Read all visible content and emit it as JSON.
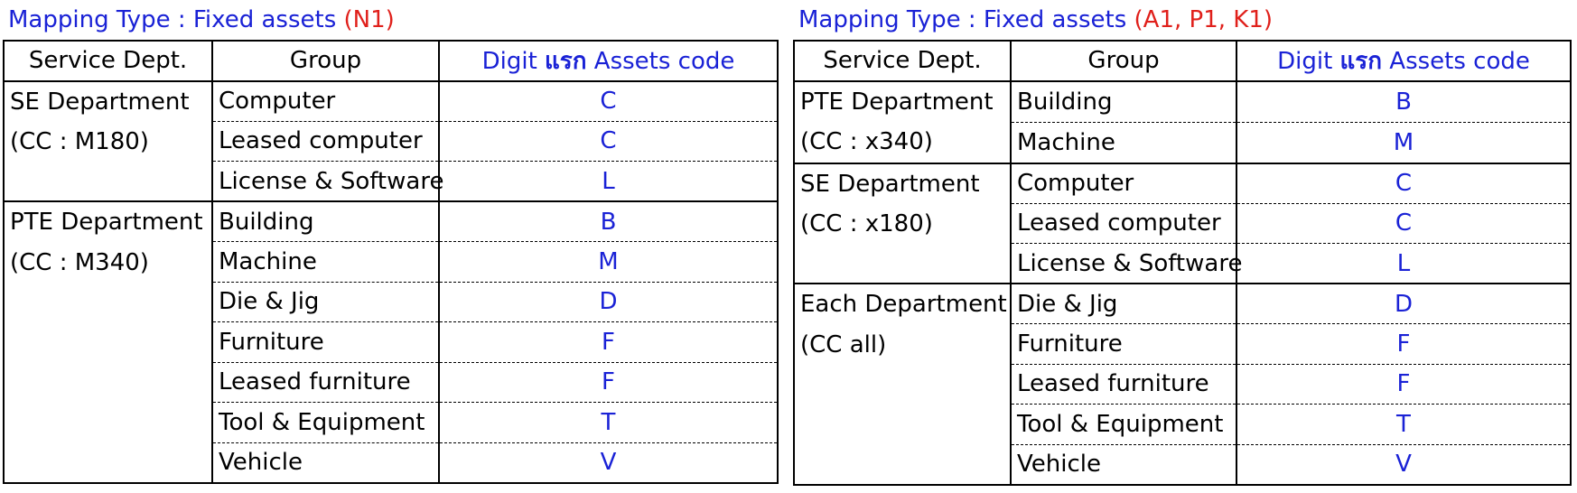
{
  "colors": {
    "blue": "#1a22d6",
    "red": "#e0201b"
  },
  "left": {
    "title_prefix": "Mapping Type : Fixed assets ",
    "title_suffix": "(N1)",
    "headers": {
      "dept": "Service Dept.",
      "group": "Group",
      "code_pre": "Digit ",
      "code_bold": "แรก",
      "code_post": " Assets code"
    },
    "sections": [
      {
        "dept1": "SE Department",
        "dept2": "(CC : M180)",
        "rows": [
          {
            "group": "Computer",
            "code": "C"
          },
          {
            "group": "Leased computer",
            "code": "C"
          },
          {
            "group": "License & Software",
            "code": "L"
          }
        ]
      },
      {
        "dept1": "PTE Department",
        "dept2": "(CC : M340)",
        "rows": [
          {
            "group": "Building",
            "code": "B"
          },
          {
            "group": "Machine",
            "code": "M"
          },
          {
            "group": "Die & Jig",
            "code": "D"
          },
          {
            "group": "Furniture",
            "code": "F"
          },
          {
            "group": "Leased furniture",
            "code": "F"
          },
          {
            "group": "Tool & Equipment",
            "code": "T"
          },
          {
            "group": "Vehicle",
            "code": "V"
          }
        ]
      }
    ]
  },
  "right": {
    "title_prefix": "Mapping Type : Fixed assets ",
    "title_suffix": "(A1, P1, K1)",
    "headers": {
      "dept": "Service Dept.",
      "group": "Group",
      "code_pre": "Digit ",
      "code_bold": "แรก",
      "code_post": " Assets code"
    },
    "sections": [
      {
        "dept1": "PTE Department",
        "dept2": "(CC : x340)",
        "rows": [
          {
            "group": "Building",
            "code": "B"
          },
          {
            "group": "Machine",
            "code": "M"
          }
        ]
      },
      {
        "dept1": "SE Department",
        "dept2": "(CC : x180)",
        "rows": [
          {
            "group": "Computer",
            "code": "C"
          },
          {
            "group": "Leased computer",
            "code": "C"
          },
          {
            "group": "License & Software",
            "code": "L"
          }
        ]
      },
      {
        "dept1": "Each Department",
        "dept2": "(CC all)",
        "rows": [
          {
            "group": "Die & Jig",
            "code": "D"
          },
          {
            "group": "Furniture",
            "code": "F"
          },
          {
            "group": "Leased furniture",
            "code": "F"
          },
          {
            "group": "Tool & Equipment",
            "code": "T"
          },
          {
            "group": "Vehicle",
            "code": "V"
          }
        ]
      }
    ]
  }
}
